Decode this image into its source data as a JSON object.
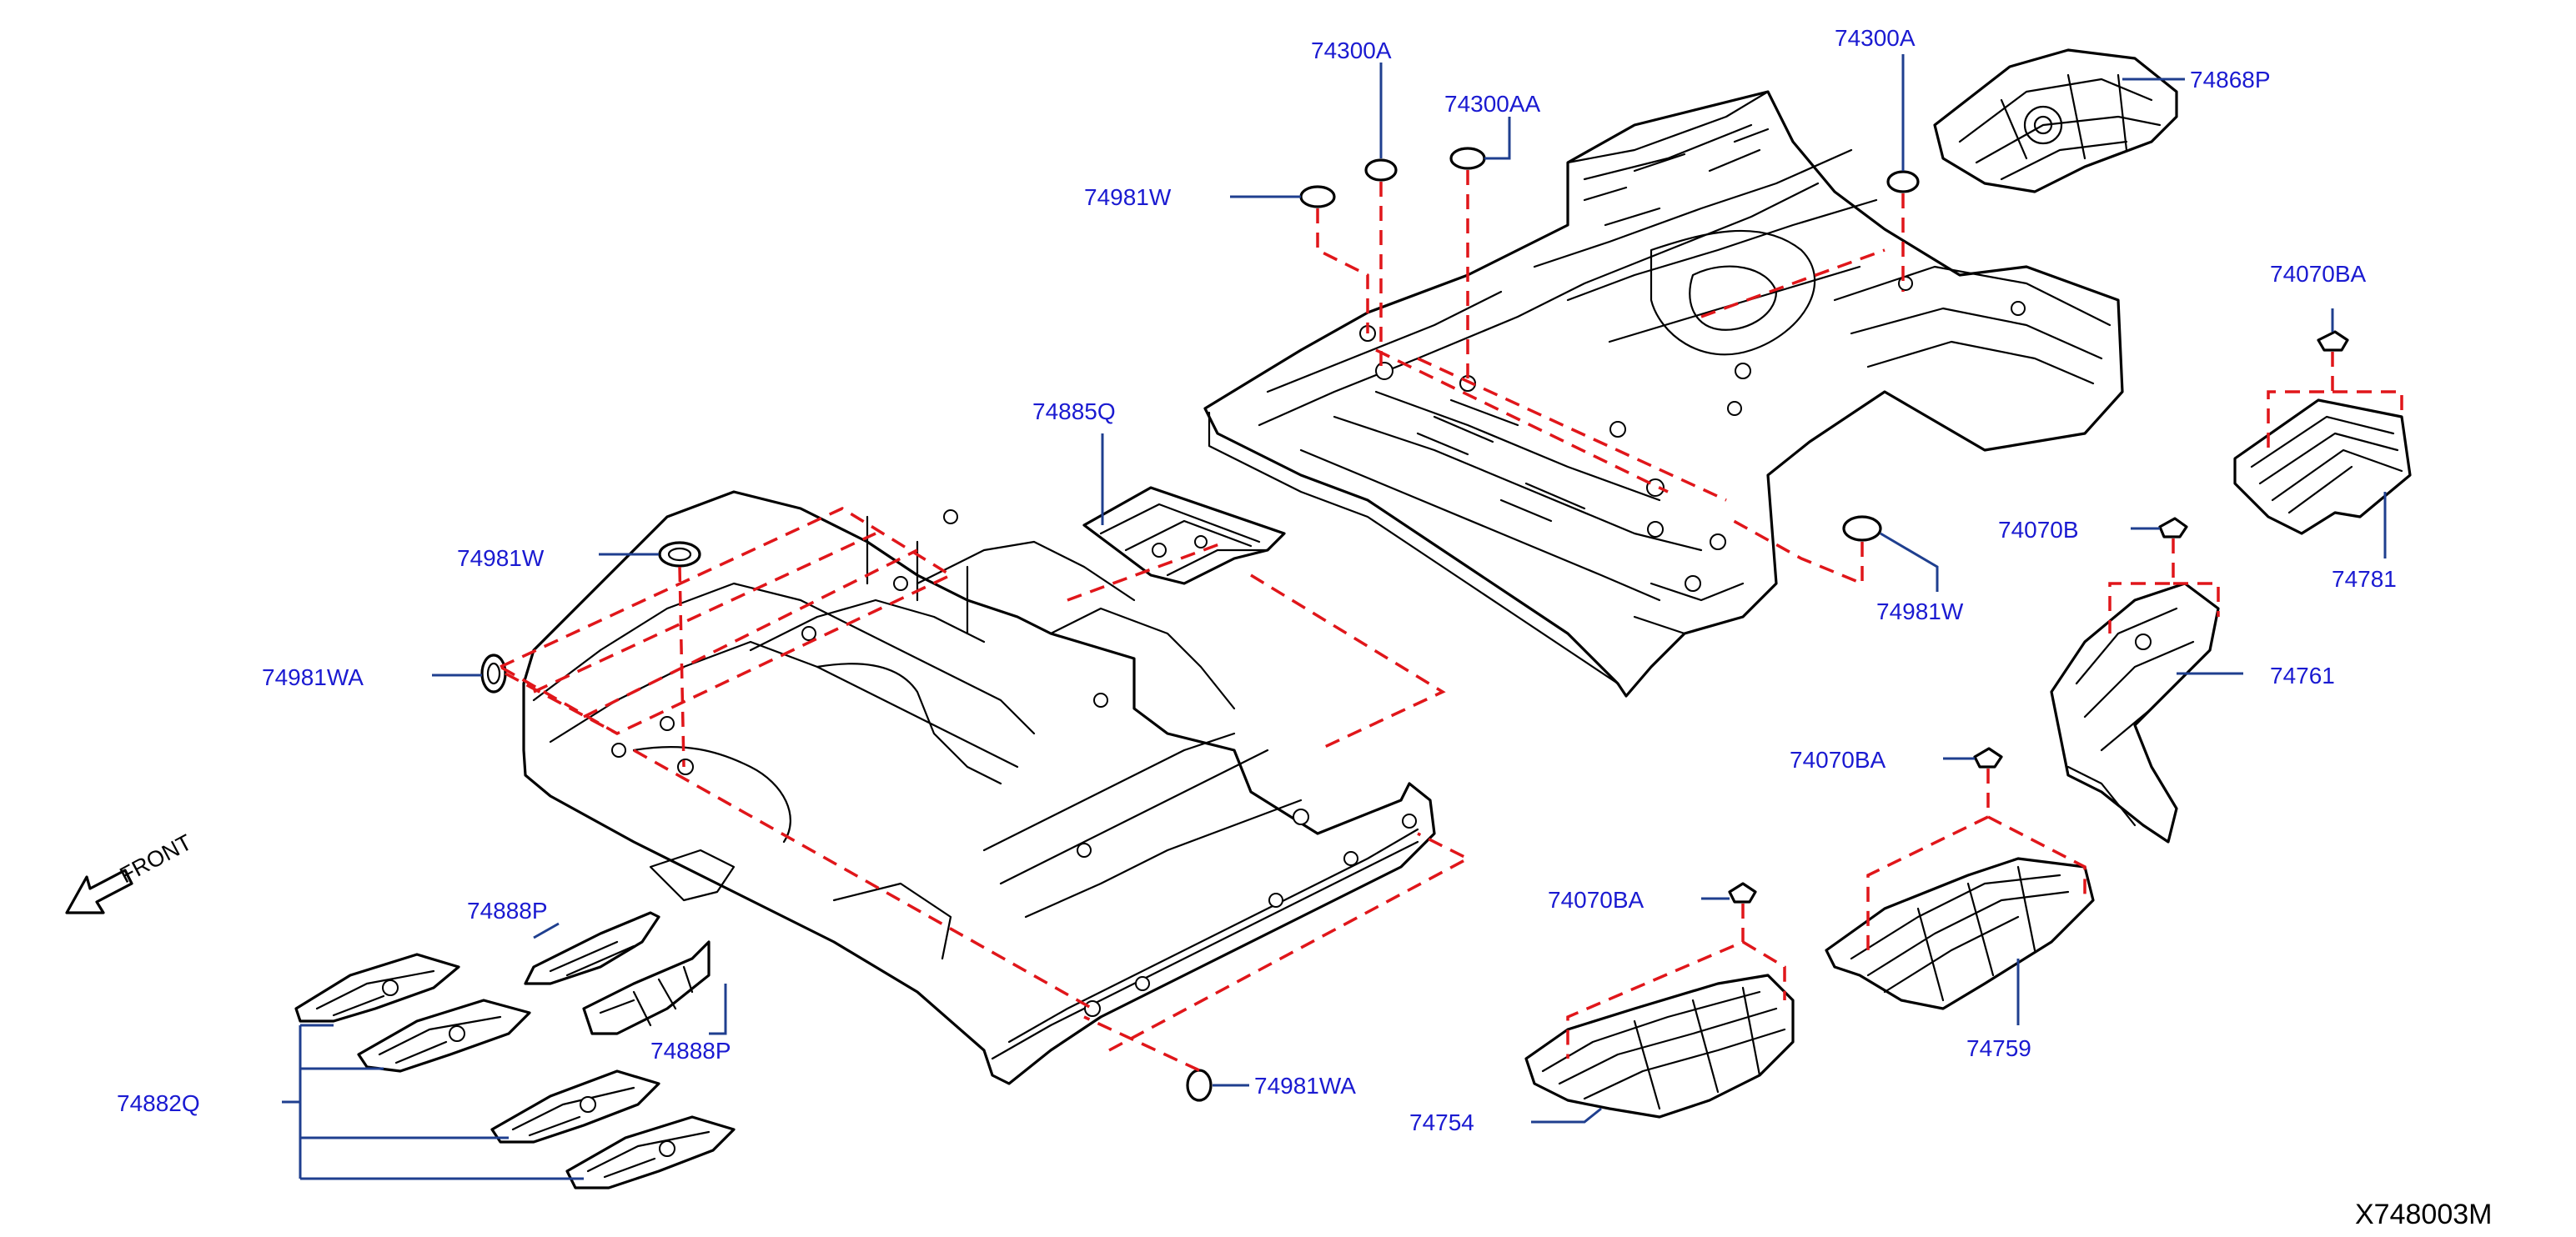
{
  "diagram": {
    "figure_code": "X748003M",
    "direction_label": "FRONT",
    "callouts": [
      {
        "id": "74300A_left",
        "text": "74300A"
      },
      {
        "id": "74300AA",
        "text": "74300AA"
      },
      {
        "id": "74300A_right",
        "text": "74300A"
      },
      {
        "id": "74868P",
        "text": "74868P"
      },
      {
        "id": "74981W_top",
        "text": "74981W"
      },
      {
        "id": "74885Q",
        "text": "74885Q"
      },
      {
        "id": "74070BA_top",
        "text": "74070BA"
      },
      {
        "id": "74981W_left",
        "text": "74981W"
      },
      {
        "id": "74070B",
        "text": "74070B"
      },
      {
        "id": "74981W_right",
        "text": "74981W"
      },
      {
        "id": "74781",
        "text": "74781"
      },
      {
        "id": "74981WA_left",
        "text": "74981WA"
      },
      {
        "id": "74761",
        "text": "74761"
      },
      {
        "id": "74070BA_mid",
        "text": "74070BA"
      },
      {
        "id": "74888P_top",
        "text": "74888P"
      },
      {
        "id": "74070BA_low",
        "text": "74070BA"
      },
      {
        "id": "74888P_bottom",
        "text": "74888P"
      },
      {
        "id": "74759",
        "text": "74759"
      },
      {
        "id": "74882Q",
        "text": "74882Q"
      },
      {
        "id": "74981WA_bottom",
        "text": "74981WA"
      },
      {
        "id": "74754",
        "text": "74754"
      }
    ]
  },
  "colors": {
    "label": "#1a1ad1",
    "leader": "#1f3f8f",
    "dashed_connector": "#e0161a",
    "outline": "#000000",
    "background": "#ffffff"
  }
}
